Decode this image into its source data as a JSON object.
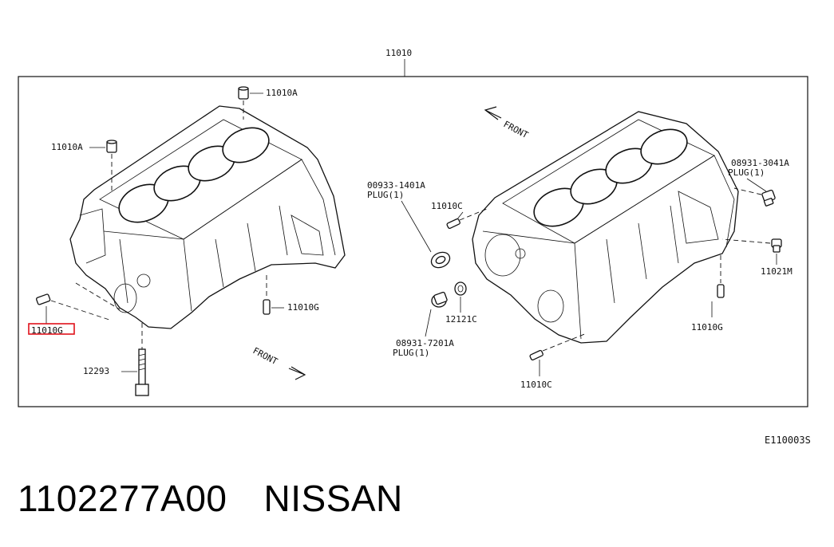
{
  "diagram": {
    "top_label": "11010",
    "image_code": "E110003S",
    "labels": {
      "a_left_upper": "11010A",
      "a_left": "11010A",
      "g_left_highlight": "11010G",
      "g_center": "11010G",
      "bolt": "12293",
      "front_left": "FRONT",
      "front_right": "FRONT",
      "plug_1401": "00933-1401A",
      "plug_1401_sub": "PLUG(1)",
      "c_upper": "11010C",
      "seal": "12121C",
      "plug_7201": "08931-7201A",
      "plug_7201_sub": "PLUG(1)",
      "c_lower": "11010C",
      "plug_3041": "08931-3041A",
      "plug_3041_sub": "PLUG(1)",
      "m_right": "11021M",
      "g_right": "11010G"
    },
    "highlight_color": "#e0121b"
  },
  "footer": {
    "part_number": "1102277A00",
    "brand": "NISSAN"
  }
}
